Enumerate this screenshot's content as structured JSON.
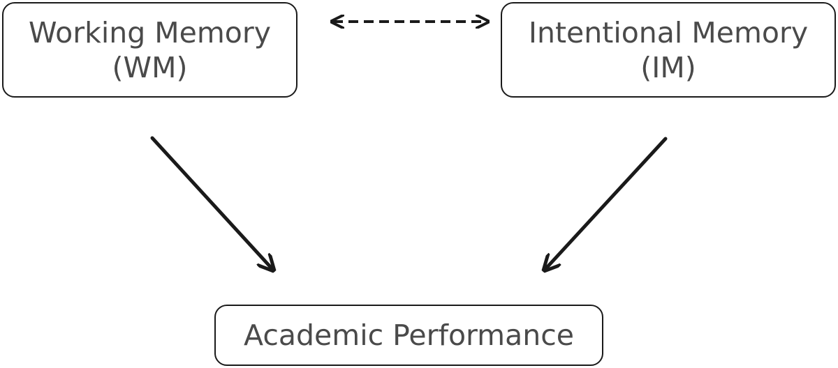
{
  "nodes": {
    "wm": {
      "line1": "Working Memory",
      "line2": "(WM)"
    },
    "im": {
      "line1": "Intentional Memory",
      "line2": "(IM)"
    },
    "ap": {
      "line1": "Academic Performance"
    }
  },
  "edges": [
    {
      "from": "wm",
      "to": "ap",
      "style": "solid",
      "direction": "forward"
    },
    {
      "from": "im",
      "to": "ap",
      "style": "solid",
      "direction": "forward"
    },
    {
      "from": "wm",
      "to": "im",
      "style": "dashed",
      "direction": "both"
    }
  ],
  "colors": {
    "stroke": "#1a1a1a",
    "text": "#4a4a4a",
    "background": "#ffffff"
  }
}
